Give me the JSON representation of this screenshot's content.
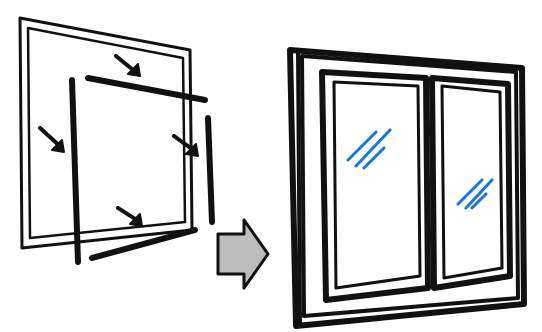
{
  "illustration": {
    "step_before": "loose-frame-parts",
    "step_after": "assembled-window",
    "direction": "before-to-after",
    "colors": {
      "ink": "#111111",
      "paper": "#ffffff",
      "arrow_fill": "#bdbdbd",
      "glass_highlight": "#1a73e8"
    }
  }
}
